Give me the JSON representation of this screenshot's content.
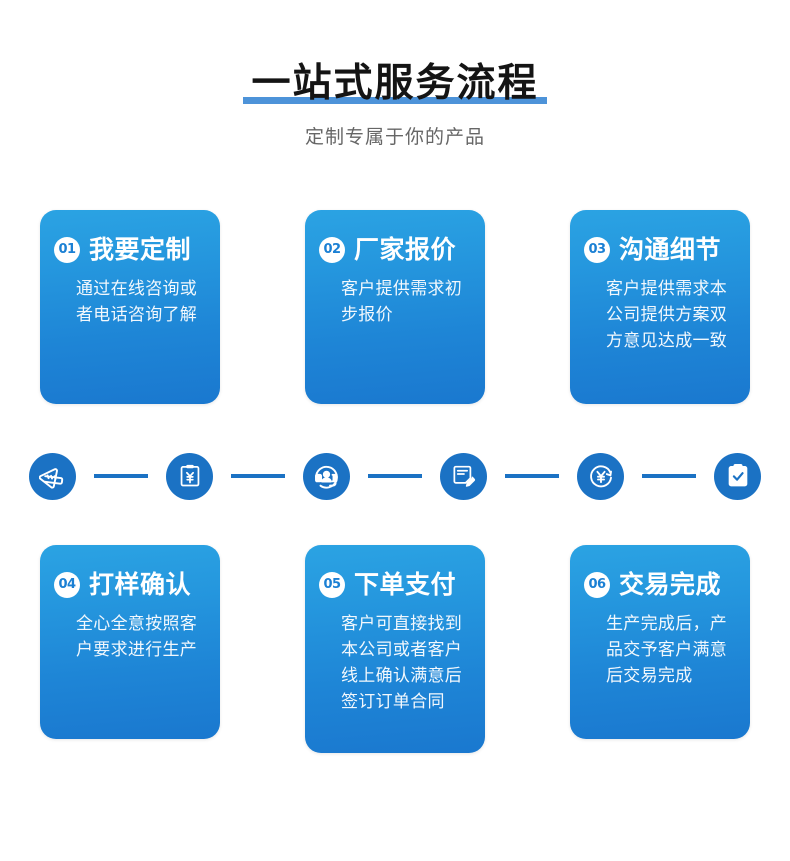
{
  "header": {
    "title": "一站式服务流程",
    "subtitle": "定制专属于你的产品",
    "accent_color": "#4d93d9",
    "title_color": "#141414",
    "subtitle_color": "#666666"
  },
  "theme": {
    "card_gradient_top": "#2ba3e3",
    "card_gradient_bottom": "#1a78cf",
    "icon_blue": "#1b72c4",
    "badge_text_color": "#1b80d4"
  },
  "steps": [
    {
      "number": "01",
      "title": "我要定制",
      "body": "通过在线咨询或者电话咨询了解",
      "icon": "ruler-pencil-icon"
    },
    {
      "number": "02",
      "title": "厂家报价",
      "body": "客户提供需求初步报价",
      "icon": "clipboard-yen-icon"
    },
    {
      "number": "03",
      "title": "沟通细节",
      "body": "客户提供需求本公司提供方案双方意见达成一致",
      "icon": "headset-icon"
    },
    {
      "number": "04",
      "title": "打样确认",
      "body": "全心全意按照客户要求进行生产",
      "icon": "contract-pen-icon"
    },
    {
      "number": "05",
      "title": "下单支付",
      "body": "客户可直接找到本公司或者客户线上确认满意后签订订单合同",
      "icon": "yen-circle-icon"
    },
    {
      "number": "06",
      "title": "交易完成",
      "body": "生产完成后，产品交予客户满意后交易完成",
      "icon": "clipboard-check-icon"
    }
  ]
}
